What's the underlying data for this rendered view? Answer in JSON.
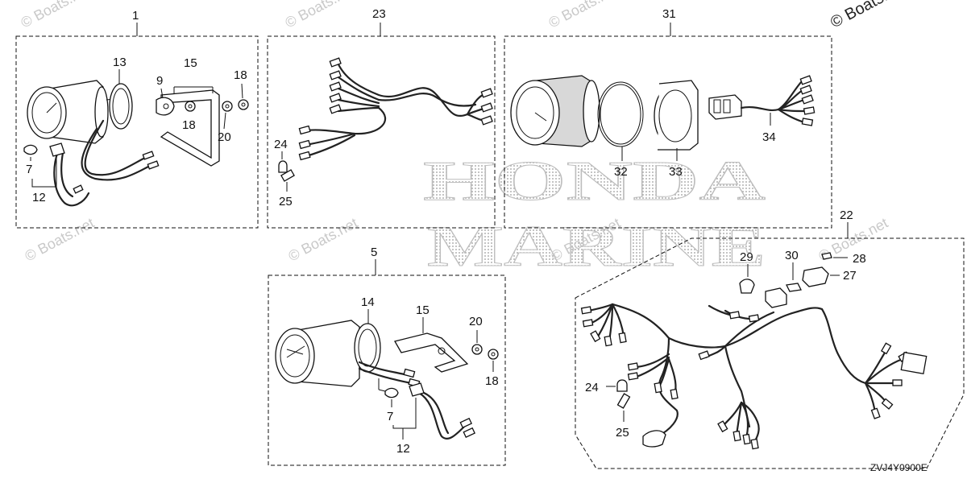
{
  "watermark": {
    "text": "© Boats.net",
    "brand_line1": "HONDA",
    "brand_line2": "MARINE"
  },
  "diagram_code": "ZVJ4Y0900E",
  "groups": {
    "g1": "1",
    "g23": "23",
    "g31": "31",
    "g5": "5",
    "g22": "22"
  },
  "callouts": {
    "c13": "13",
    "c15a": "15",
    "c9": "9",
    "c18a": "18",
    "c18b": "18",
    "c20a": "20",
    "c7a": "7",
    "c12a": "12",
    "c24a": "24",
    "c25a": "25",
    "c32": "32",
    "c33": "33",
    "c34": "34",
    "c14": "14",
    "c15b": "15",
    "c20b": "20",
    "c18c": "18",
    "c7b": "7",
    "c12b": "12",
    "c29": "29",
    "c30": "30",
    "c28": "28",
    "c27": "27",
    "c24b": "24",
    "c25b": "25"
  }
}
